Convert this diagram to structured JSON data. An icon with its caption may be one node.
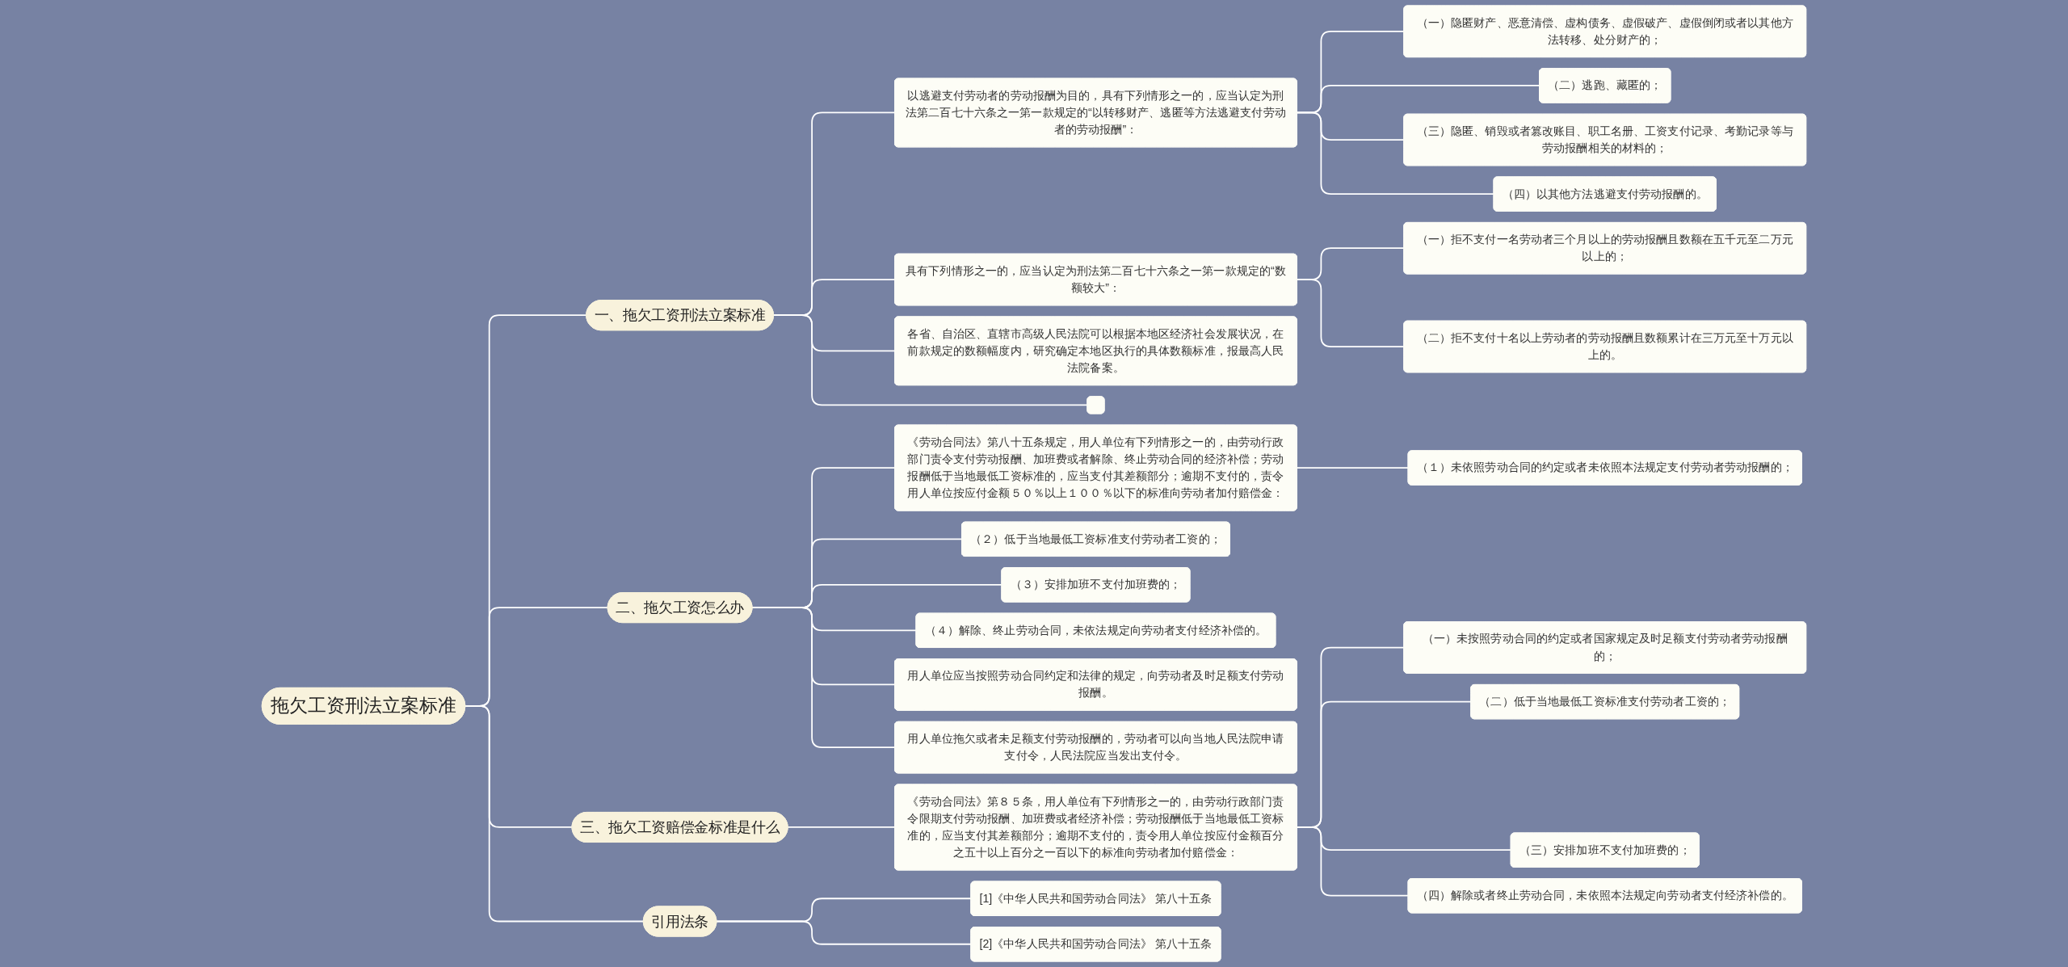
{
  "diagram": {
    "nodes": [
      {
        "text": [
          "拖欠工资刑法立案标准"
        ]
      },
      {
        "text": [
          "一、拖欠工资刑法立案标准"
        ]
      },
      {
        "text": [
          "以逃避支付劳动者的劳动报酬为目的，具有下列情形之一的，应当认定为刑法第二百七十六条之一第一款规定的“以转移财产、逃匿等方法逃避支付劳动者的劳动报酬”："
        ]
      },
      {
        "text": [
          "（一）隐匿财产、恶意清偿、虚构债务、虚假破产、虚假倒闭或者以其他方法转移、处分财产的；"
        ]
      },
      {
        "text": [
          "（二）逃跑、藏匿的；"
        ]
      },
      {
        "text": [
          "（三）隐匿、销毁或者篡改账目、职工名册、工资支付记录、考勤记录等与劳动报酬相关的材料的；"
        ]
      },
      {
        "text": [
          "（四）以其他方法逃避支付劳动报酬的。"
        ]
      },
      {
        "text": [
          "具有下列情形之一的，应当认定为刑法第二百七十六条之一第一款规定的“数额较大”："
        ]
      },
      {
        "text": [
          "（一）拒不支付一名劳动者三个月以上的劳动报酬且数额在五千元至二万元以上的；"
        ]
      },
      {
        "text": [
          "（二）拒不支付十名以上劳动者的劳动报酬且数额累计在三万元至十万元以上的。"
        ]
      },
      {
        "text": [
          "各省、自治区、直辖市高级人民法院可以根据本地区经济社会发展状况，在前款规定的数额幅度内，研究确定本地区执行的具体数额标准，报最高人民法院备案。"
        ]
      },
      {
        "text": [],
        "shape": "box"
      },
      {
        "text": [
          "二、拖欠工资怎么办"
        ]
      },
      {
        "text": [
          "《劳动合同法》第八十五条规定，用人单位有下列情形之一的，由劳动行政部门责令支付劳动报酬、加班费或者解除、终止劳动合同的经济补偿；劳动报酬低于当地最低工资标准的，应当支付其差额部分；逾期不支付的，责令用人单位按应付金额５０％以上１００％以下的标准向劳动者加付赔偿金："
        ]
      },
      {
        "text": [
          "（１）未依照劳动合同的约定或者未依照本法规定支付劳动者劳动报酬的；"
        ]
      },
      {
        "text": [
          "（２）低于当地最低工资标准支付劳动者工资的；"
        ]
      },
      {
        "text": [
          "（３）安排加班不支付加班费的；"
        ]
      },
      {
        "text": [
          "（４）解除、终止劳动合同，未依法规定向劳动者支付经济补偿的。"
        ]
      },
      {
        "text": [
          "用人单位应当按照劳动合同约定和法律的规定，向劳动者及时足额支付劳动报酬。"
        ]
      },
      {
        "text": [
          "用人单位拖欠或者未足额支付劳动报酬的，劳动者可以向当地人民法院申请支付令，人民法院应当发出支付令。"
        ]
      },
      {
        "text": [
          "三、拖欠工资赔偿金标准是什么"
        ]
      },
      {
        "text": [
          "《劳动合同法》第８５条，用人单位有下列情形之一的，由劳动行政部门责令限期支付劳动报酬、加班费或者经济补偿；劳动报酬低于当地最低工资标准的，应当支付其差额部分；逾期不支付的，责令用人单位按应付金额百分之五十以上百分之一百以下的标准向劳动者加付赔偿金："
        ]
      },
      {
        "text": [
          "（一）未按照劳动合同的约定或者国家规定及时足额支付劳动者劳动报酬的；"
        ]
      },
      {
        "text": [
          "（二）低于当地最低工资标准支付劳动者工资的；"
        ]
      },
      {
        "text": [
          "（三）安排加班不支付加班费的；"
        ]
      },
      {
        "text": [
          "（四）解除或者终止劳动合同，未依照本法规定向劳动者支付经济补偿的。"
        ]
      },
      {
        "text": [
          "引用法条"
        ]
      },
      {
        "text": [
          "[1]《中华人民共和国劳动合同法》 第八十五条"
        ]
      },
      {
        "text": [
          "[2]《中华人民共和国劳动合同法》 第八十五条"
        ]
      }
    ],
    "edges": [
      {
        "from": 0,
        "to": 1,
        "arrow": "none"
      },
      {
        "from": 1,
        "to": 2,
        "arrow": "none"
      },
      {
        "from": 2,
        "to": 3,
        "arrow": "none"
      },
      {
        "from": 2,
        "to": 4,
        "arrow": "none"
      },
      {
        "from": 2,
        "to": 5,
        "arrow": "none"
      },
      {
        "from": 2,
        "to": 6,
        "arrow": "none"
      },
      {
        "from": 1,
        "to": 7,
        "arrow": "none"
      },
      {
        "from": 7,
        "to": 8,
        "arrow": "none"
      },
      {
        "from": 7,
        "to": 9,
        "arrow": "none"
      },
      {
        "from": 1,
        "to": 10,
        "arrow": "none"
      },
      {
        "from": 1,
        "to": 11,
        "arrow": "none"
      },
      {
        "from": 0,
        "to": 12,
        "arrow": "none"
      },
      {
        "from": 12,
        "to": 13,
        "arrow": "none"
      },
      {
        "from": 13,
        "to": 14,
        "arrow": "none"
      },
      {
        "from": 12,
        "to": 15,
        "arrow": "none"
      },
      {
        "from": 12,
        "to": 16,
        "arrow": "none"
      },
      {
        "from": 12,
        "to": 17,
        "arrow": "none"
      },
      {
        "from": 12,
        "to": 18,
        "arrow": "none"
      },
      {
        "from": 12,
        "to": 19,
        "arrow": "none"
      },
      {
        "from": 0,
        "to": 20,
        "arrow": "none"
      },
      {
        "from": 20,
        "to": 21,
        "arrow": "none"
      },
      {
        "from": 21,
        "to": 22,
        "arrow": "none"
      },
      {
        "from": 21,
        "to": 23,
        "arrow": "none"
      },
      {
        "from": 21,
        "to": 24,
        "arrow": "none"
      },
      {
        "from": 21,
        "to": 25,
        "arrow": "none"
      },
      {
        "from": 0,
        "to": 26,
        "arrow": "none"
      },
      {
        "from": 26,
        "to": 27,
        "arrow": "none"
      },
      {
        "from": 26,
        "to": 28,
        "arrow": "none"
      }
    ]
  }
}
